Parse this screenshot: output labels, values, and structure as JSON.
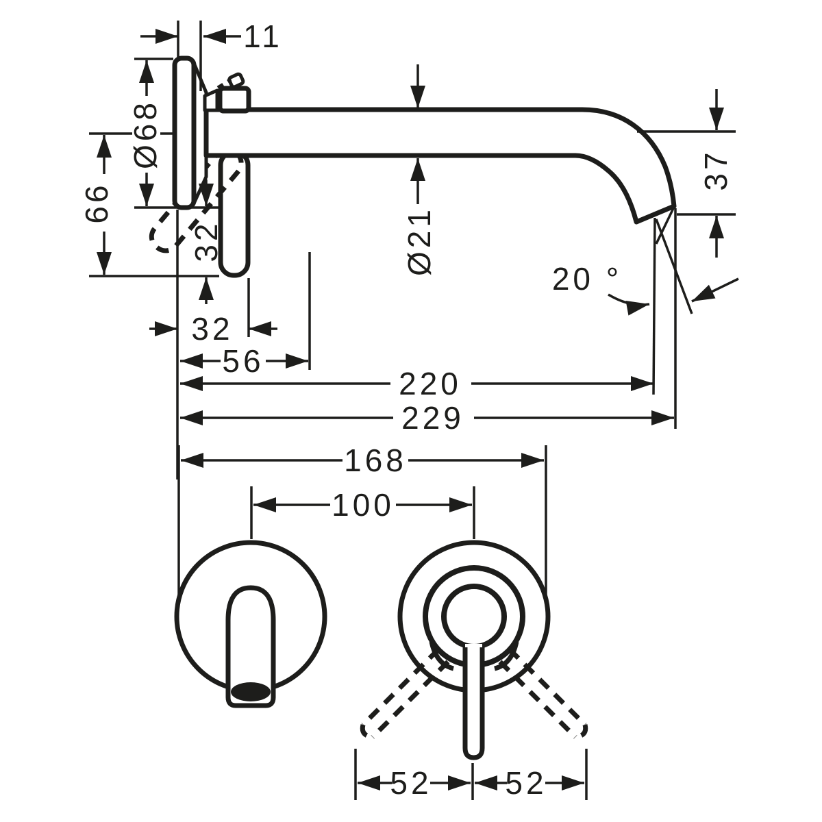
{
  "drawing": {
    "type": "technical-dimension-drawing",
    "subject": "wall-mounted single-lever basin mixer, side view and front view",
    "colors": {
      "line": "#1d1d1b",
      "background": "#ffffff"
    },
    "side_view": {
      "labels": {
        "plate_offset": "11",
        "plate_dia": "Ø68",
        "axis_to_handle": "66",
        "spout_dia": "Ø21",
        "handle_depth": "32",
        "handle_reach": "32",
        "handle_reach_open": "56",
        "spout_reach": "220",
        "total_reach": "229",
        "outlet_drop": "37",
        "outlet_angle": "20 °"
      }
    },
    "front_view": {
      "labels": {
        "total_width": "168",
        "pin_spacing": "100",
        "swing_left": "52",
        "swing_right": "52"
      }
    }
  }
}
